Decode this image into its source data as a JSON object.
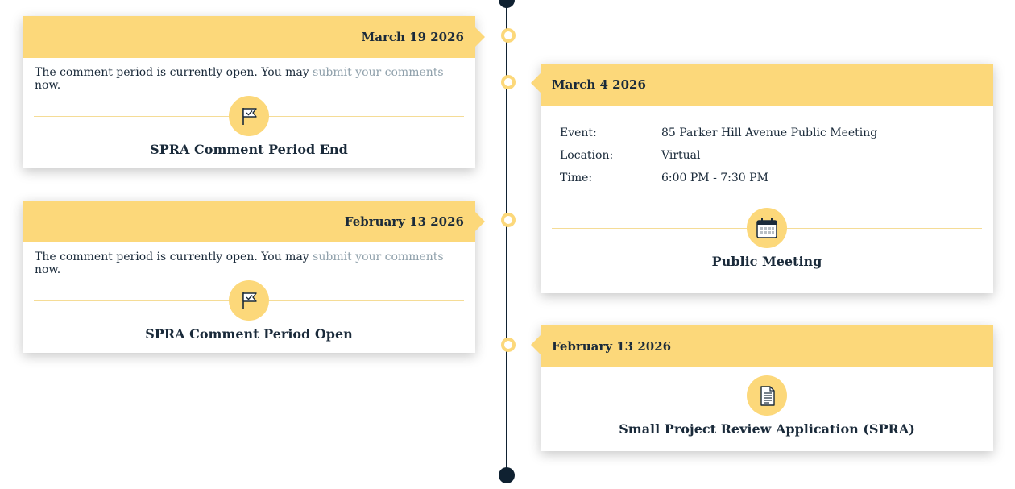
{
  "timeline": {
    "items": [
      {
        "date": "March 19 2026",
        "text_before": "The comment period is currently open. You may",
        "link": "submit your comments",
        "text_after": "now.",
        "icon": "flag-check-icon",
        "title": "SPRA Comment Period End"
      },
      {
        "date": "February 13 2026",
        "text_before": "The comment period is currently open. You may",
        "link": "submit your comments",
        "text_after": "now.",
        "icon": "flag-check-icon",
        "title": "SPRA Comment Period Open"
      },
      {
        "date": "March 4 2026",
        "event_label": "Event:",
        "event_value": "85 Parker Hill Avenue Public Meeting",
        "location_label": "Location:",
        "location_value": "Virtual",
        "time_label": "Time:",
        "time_value": "6:00 PM - 7:30 PM",
        "icon": "calendar-icon",
        "title": "Public Meeting"
      },
      {
        "date": "February 13 2026",
        "icon": "document-icon",
        "title": "Small Project Review Application (SPRA)"
      }
    ]
  },
  "colors": {
    "accent": "#fcd87a",
    "line": "#0f2131",
    "link": "#8fa0ab",
    "text": "#1a2a3a"
  }
}
